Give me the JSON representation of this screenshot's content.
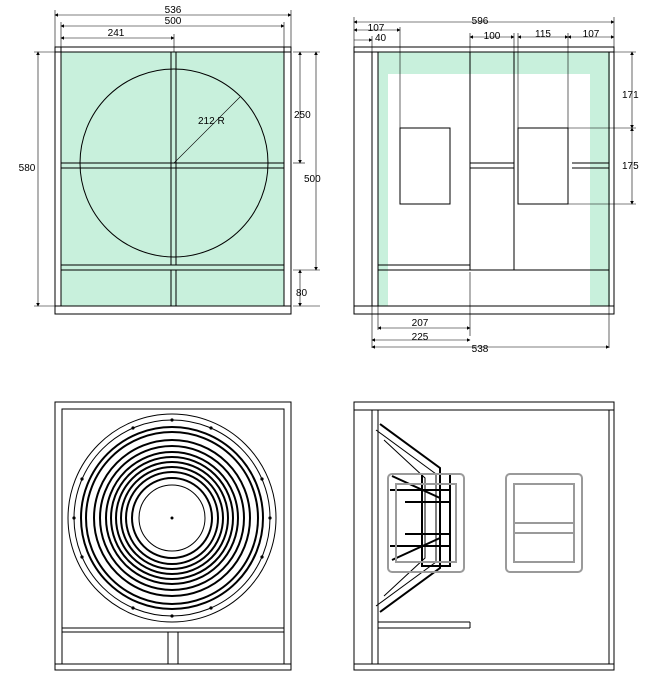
{
  "colors": {
    "line": "#000000",
    "fill": "#c8f0dc",
    "gray": "#9a9a9a",
    "background": "#ffffff"
  },
  "front_view": {
    "dims": {
      "overall_width": "536",
      "inner_width": "500",
      "center_offset": "241",
      "radius": "212 R",
      "height": "580",
      "upper_half": "250",
      "front_height": "500",
      "bottom_section": "80"
    }
  },
  "side_view": {
    "dims": {
      "overall_depth": "596",
      "front_thickness": "107",
      "baffle_offset": "40",
      "port_gap": "100",
      "port_width": "115",
      "rear_thickness": "107",
      "top_gap": "171",
      "port_height": "175",
      "shelf_depth": "207",
      "inner_depth_a": "225",
      "inner_depth_b": "538"
    }
  }
}
